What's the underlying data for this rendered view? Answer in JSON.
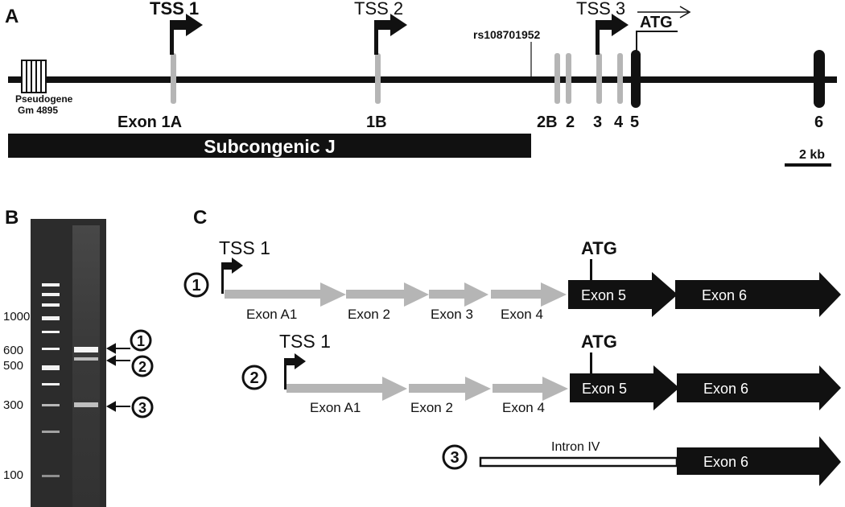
{
  "panel_a": {
    "label": "A",
    "tss": [
      "TSS 1",
      "TSS 2",
      "TSS 3"
    ],
    "snp": "rs108701952",
    "atg": "ATG",
    "pseudogene": [
      "Pseudogene",
      "Gm 4895"
    ],
    "exons": [
      "Exon 1A",
      "1B",
      "2B",
      "2",
      "3",
      "4",
      "5",
      "6"
    ],
    "subcongenic": "Subcongenic  J",
    "scale": "2 kb"
  },
  "panel_b": {
    "label": "B",
    "ladder": [
      "1000",
      "600",
      "500",
      "300",
      "100"
    ],
    "bands": [
      "1",
      "2",
      "3"
    ]
  },
  "panel_c": {
    "label": "C",
    "t1": {
      "num": "1",
      "tss": "TSS 1",
      "atg": "ATG",
      "segments": [
        "Exon A1",
        "Exon 2",
        "Exon 3",
        "Exon 4"
      ],
      "exon5": "Exon 5",
      "exon6": "Exon 6"
    },
    "t2": {
      "num": "2",
      "tss": "TSS 1",
      "atg": "ATG",
      "segments": [
        "Exon A1",
        "Exon 2",
        "Exon 4"
      ],
      "exon5": "Exon 5",
      "exon6": "Exon 6"
    },
    "t3": {
      "num": "3",
      "intron": "Intron IV",
      "exon6": "Exon 6"
    }
  },
  "colors": {
    "dark": "#111111",
    "grey_exon": "#b5b5b5",
    "gel_bg": "#2e2e2e"
  }
}
